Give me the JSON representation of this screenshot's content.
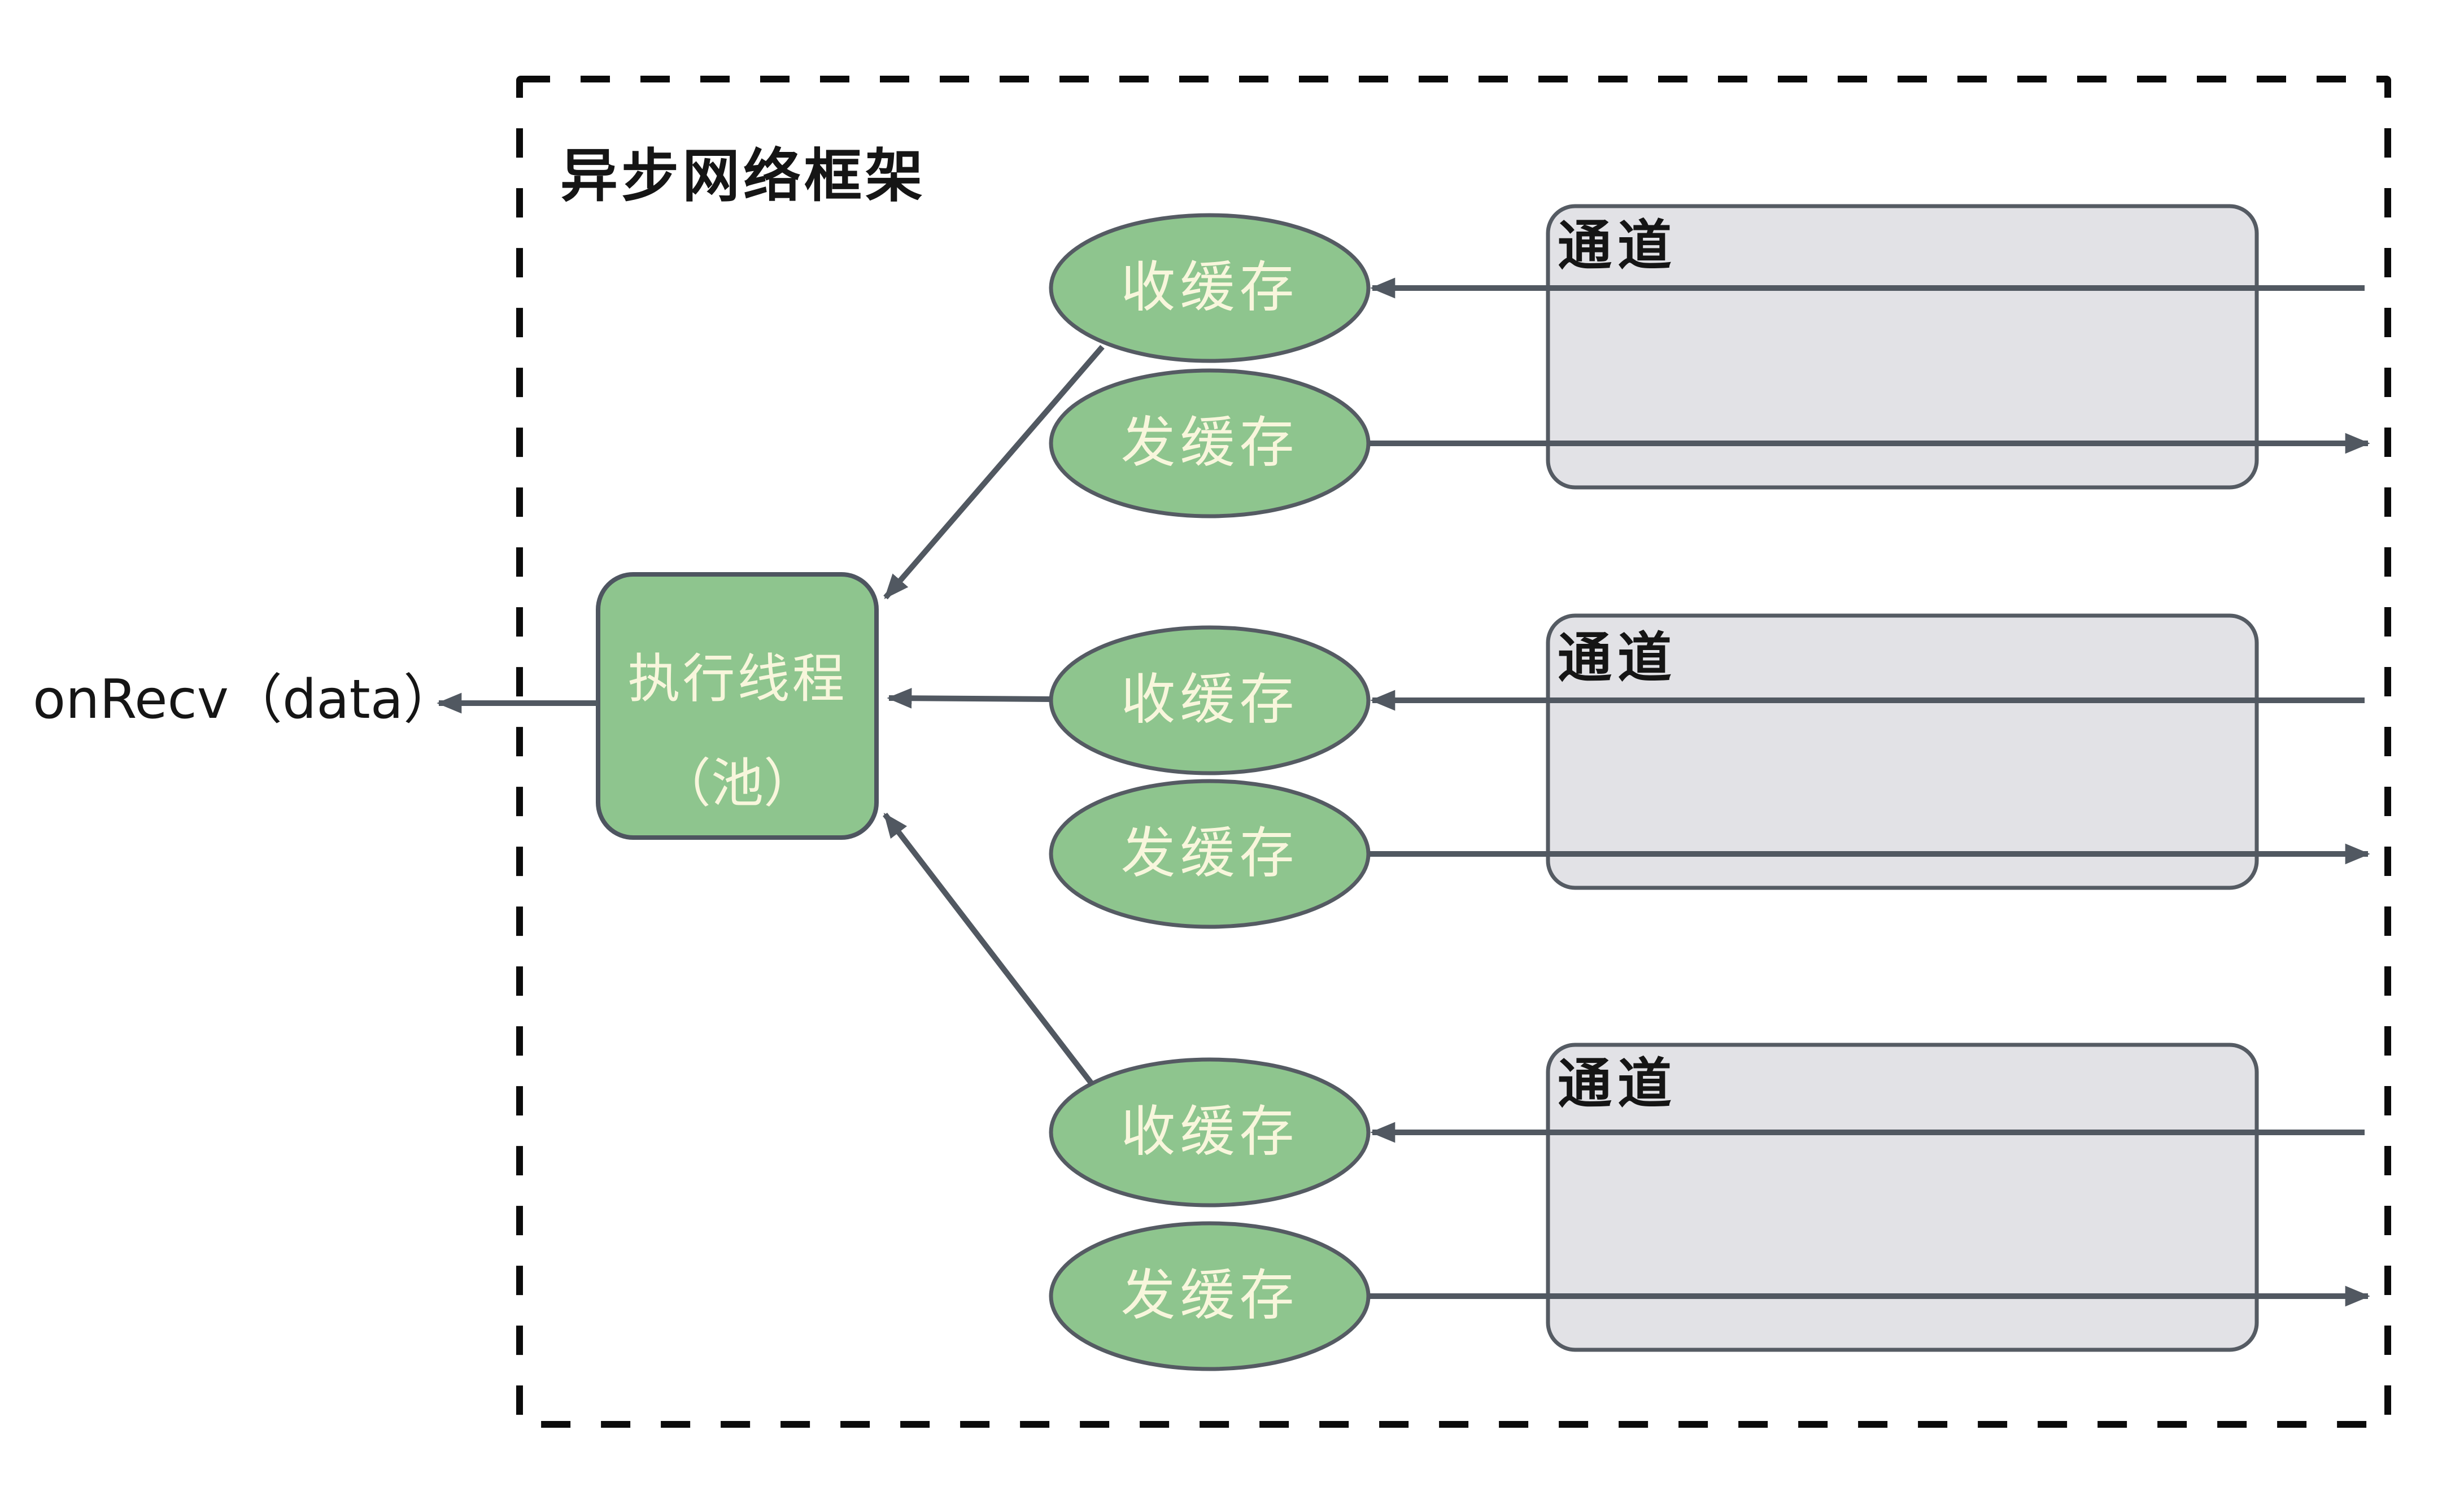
{
  "frame": {
    "label": "异步网络框架"
  },
  "callback": {
    "label": "onRecv（data）"
  },
  "thread_pool": {
    "title": "执行线程",
    "subtitle": "（池）"
  },
  "channels": [
    {
      "label": "通道",
      "recv_buffer": "收缓存",
      "send_buffer": "发缓存"
    },
    {
      "label": "通道",
      "recv_buffer": "收缓存",
      "send_buffer": "发缓存"
    },
    {
      "label": "通道",
      "recv_buffer": "收缓存",
      "send_buffer": "发缓存"
    }
  ],
  "colors": {
    "node_green": "#8EC58E",
    "node_border": "#4E5560",
    "node_text_cream": "#F8F6DC",
    "channel_fill": "#E2E2E6",
    "channel_border": "#555B63",
    "arrow_gray": "#515861",
    "frame_dash_black": "#0B0B0B",
    "label_text": "#151515"
  }
}
